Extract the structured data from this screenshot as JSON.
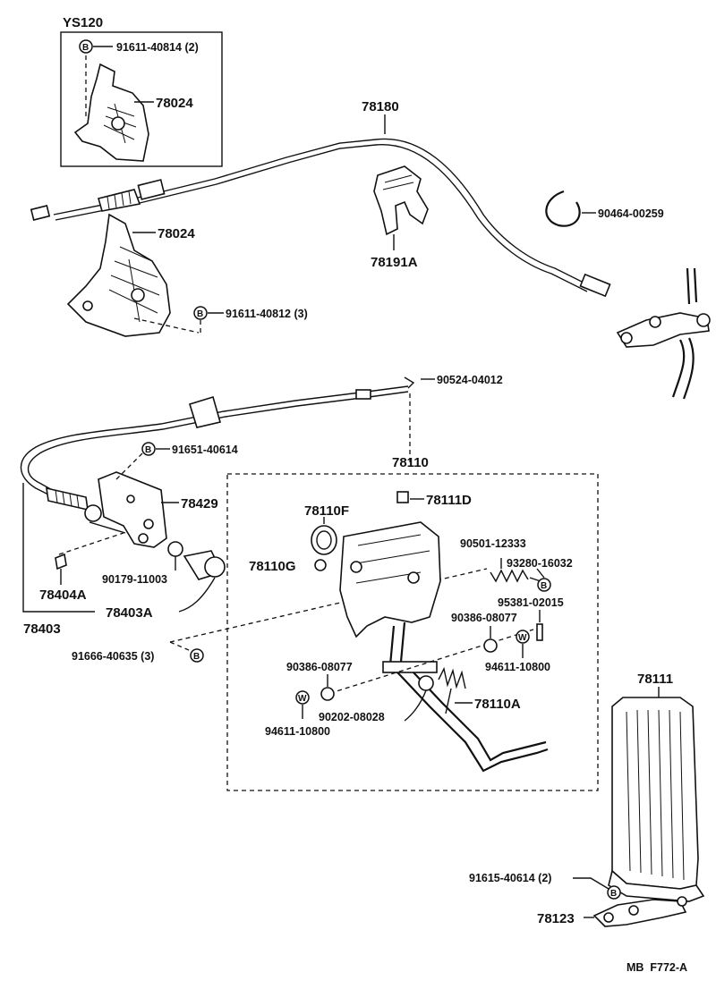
{
  "diagram": {
    "code": "MB  F772-A",
    "variant_label": "YS120",
    "parts": {
      "p91611_40814": "91611-40814 (2)",
      "p78024_inset": "78024",
      "p78180": "78180",
      "p78024": "78024",
      "p78191A": "78191A",
      "p90464": "90464-00259",
      "p91611_40812": "91611-40812 (3)",
      "p90524": "90524-04012",
      "p91651": "91651-40614",
      "p78429": "78429",
      "p78110": "78110",
      "p78111D": "78111D",
      "p78110F": "78110F",
      "p78110G": "78110G",
      "p90501": "90501-12333",
      "p93280": "93280-16032",
      "p95381": "95381-02015",
      "p90386_a": "90386-08077",
      "p94611_a": "94611-10800",
      "p90386_b": "90386-08077",
      "p90202": "90202-08028",
      "p78110A": "78110A",
      "p94611_b": "94611-10800",
      "p90179": "90179-11003",
      "p78404A": "78404A",
      "p78403A": "78403A",
      "p78403": "78403",
      "p91666": "91666-40635 (3)",
      "p78111": "78111",
      "p91615": "91615-40614 (2)",
      "p78123": "78123"
    },
    "badges": {
      "bolt": "B",
      "washer": "W"
    }
  }
}
